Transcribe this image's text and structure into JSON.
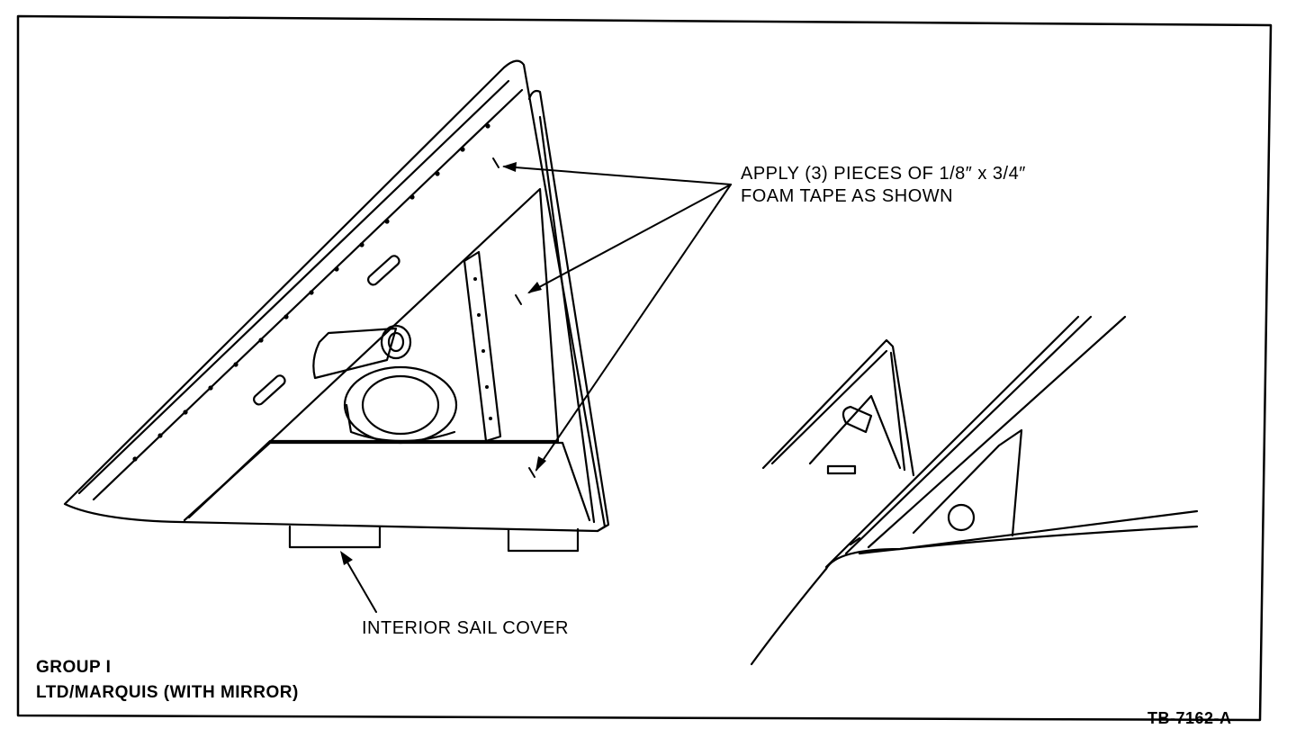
{
  "callouts": {
    "foam_tape_line1": "APPLY (3) PIECES OF 1/8″ x 3/4″",
    "foam_tape_line2": "FOAM TAPE AS SHOWN",
    "interior_sail_cover": "INTERIOR SAIL COVER"
  },
  "caption": {
    "group": "GROUP I",
    "model": "LTD/MARQUIS (WITH MIRROR)"
  },
  "figure_id": "TB-7162-A"
}
